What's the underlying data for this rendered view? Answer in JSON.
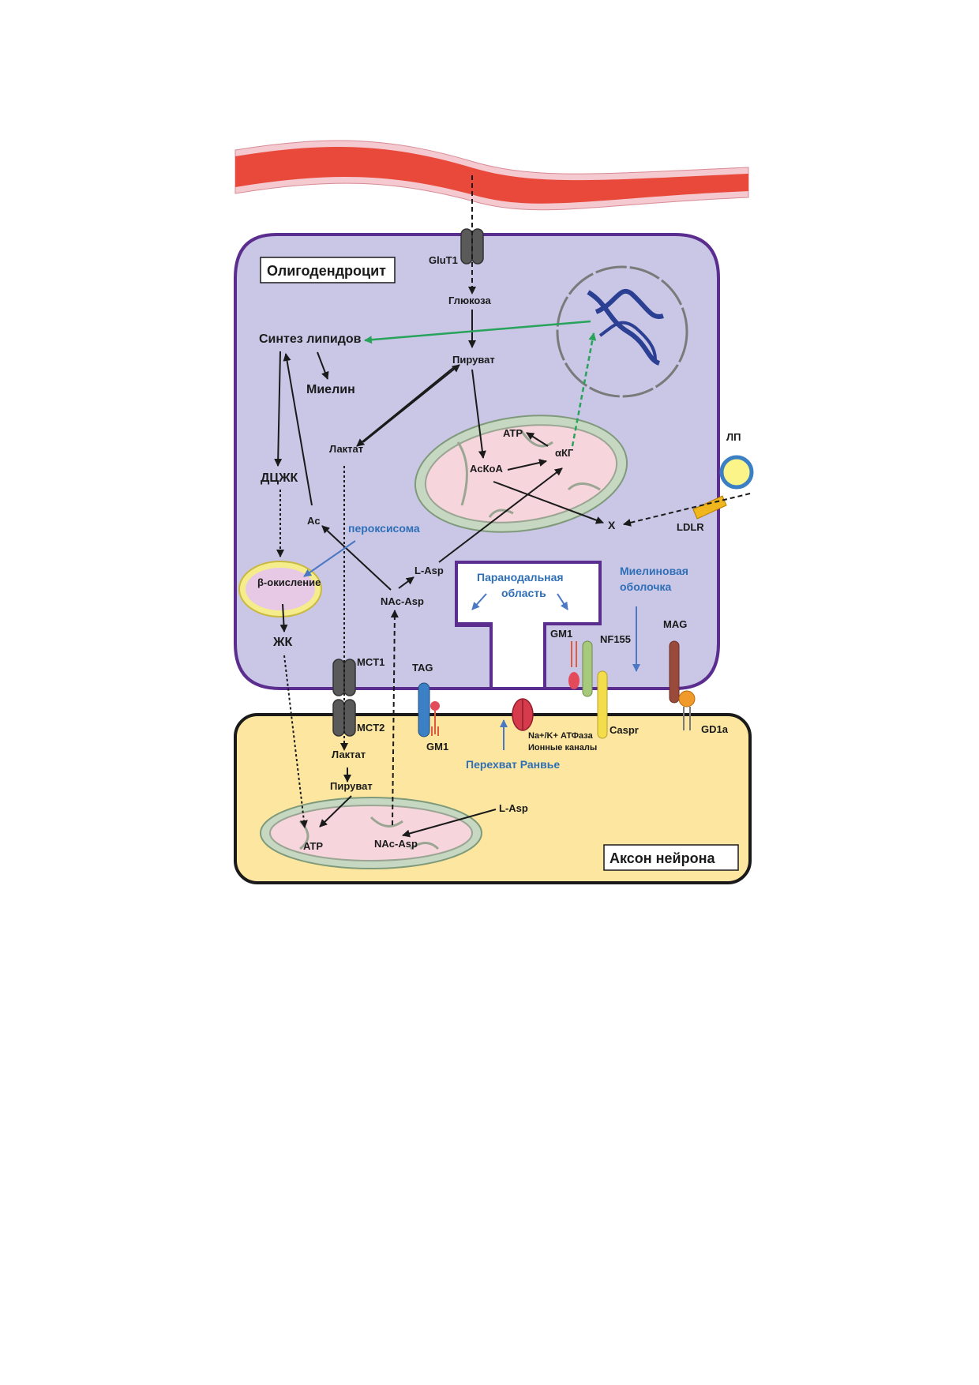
{
  "oligodendrocyte": {
    "title": "Олигодендроцит",
    "glut1": "GluT1",
    "glucose": "Глюкоза",
    "pyruvate": "Пируват",
    "lipid_synthesis": "Синтез липидов",
    "myelin": "Миелин",
    "lactate": "Лактат",
    "dczhk": "ДЦЖК",
    "ac": "Ac",
    "peroxisome": "пероксисома",
    "beta_oxidation": "β-окисление",
    "zhk": "ЖК",
    "l_asp": "L-Asp",
    "nac_asp": "NAc-Asp",
    "atp": "ATP",
    "akg": "αКГ",
    "acoa": "AcКоА",
    "x": "X",
    "ldlr": "LDLR",
    "lp": "ЛП",
    "paranodal_line1": "Паранодальная",
    "paranodal_line2": "область",
    "myelin_sheath_line1": "Миелиновая",
    "myelin_sheath_line2": "оболочка",
    "mct1": "MCT1",
    "tag": "TAG",
    "gm1_top": "GM1",
    "nf155": "NF155",
    "mag": "MAG"
  },
  "axon": {
    "title": "Аксон нейрона",
    "mct2": "MCT2",
    "gm1": "GM1",
    "napump": "Na+/K+ АТФаза",
    "ion_channels": "Ионные каналы",
    "node_ranvier": "Перехват Ранвье",
    "caspr": "Caspr",
    "gd1a": "GD1a",
    "lactate": "Лактат",
    "pyruvate": "Пируват",
    "atp": "ATP",
    "nac_asp": "NAc-Asp",
    "l_asp": "L-Asp"
  },
  "colors": {
    "vessel": "#e8493a",
    "vessel_wall": "#f4c9cf",
    "cell_fill": "#c9c6e6",
    "cell_border": "#5b2d8e",
    "axon_fill": "#fde7a0",
    "axon_border": "#1a1a1a",
    "mito_outer": "#c7d8c2",
    "mito_inner": "#f7d5dc",
    "arrow_black": "#1a1a1a",
    "arrow_green": "#27a35a",
    "arrow_blue": "#4a78c2",
    "label_blue": "#2f6fb7",
    "dna": "#2b3f93",
    "nucleus": "#7a7a7a"
  }
}
